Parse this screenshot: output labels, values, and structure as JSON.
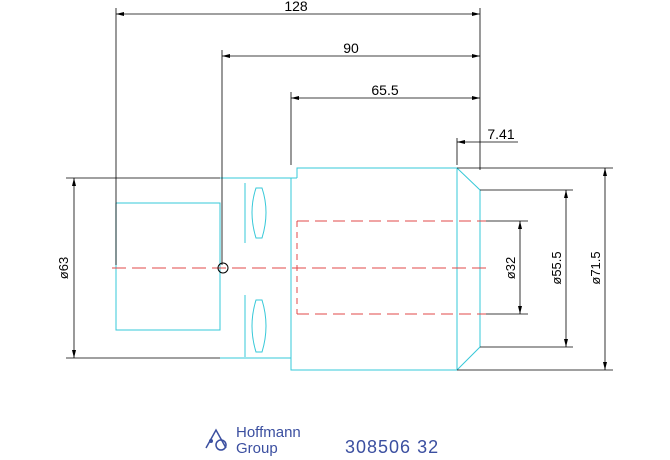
{
  "dimensions": {
    "overall_length": "128",
    "length_90": "90",
    "length_65_5": "65.5",
    "chamfer": "7.41",
    "dia_63": "ø63",
    "dia_32": "ø32",
    "dia_55_5": "ø55.5",
    "dia_71_5": "ø71.5"
  },
  "logo": {
    "line1": "Hoffmann",
    "line2": "Group"
  },
  "part_number": "308506 32",
  "colors": {
    "outline": "#36c8d8",
    "centerline": "#e04848",
    "dimension": "#000000",
    "brand": "#3b4fa0"
  }
}
